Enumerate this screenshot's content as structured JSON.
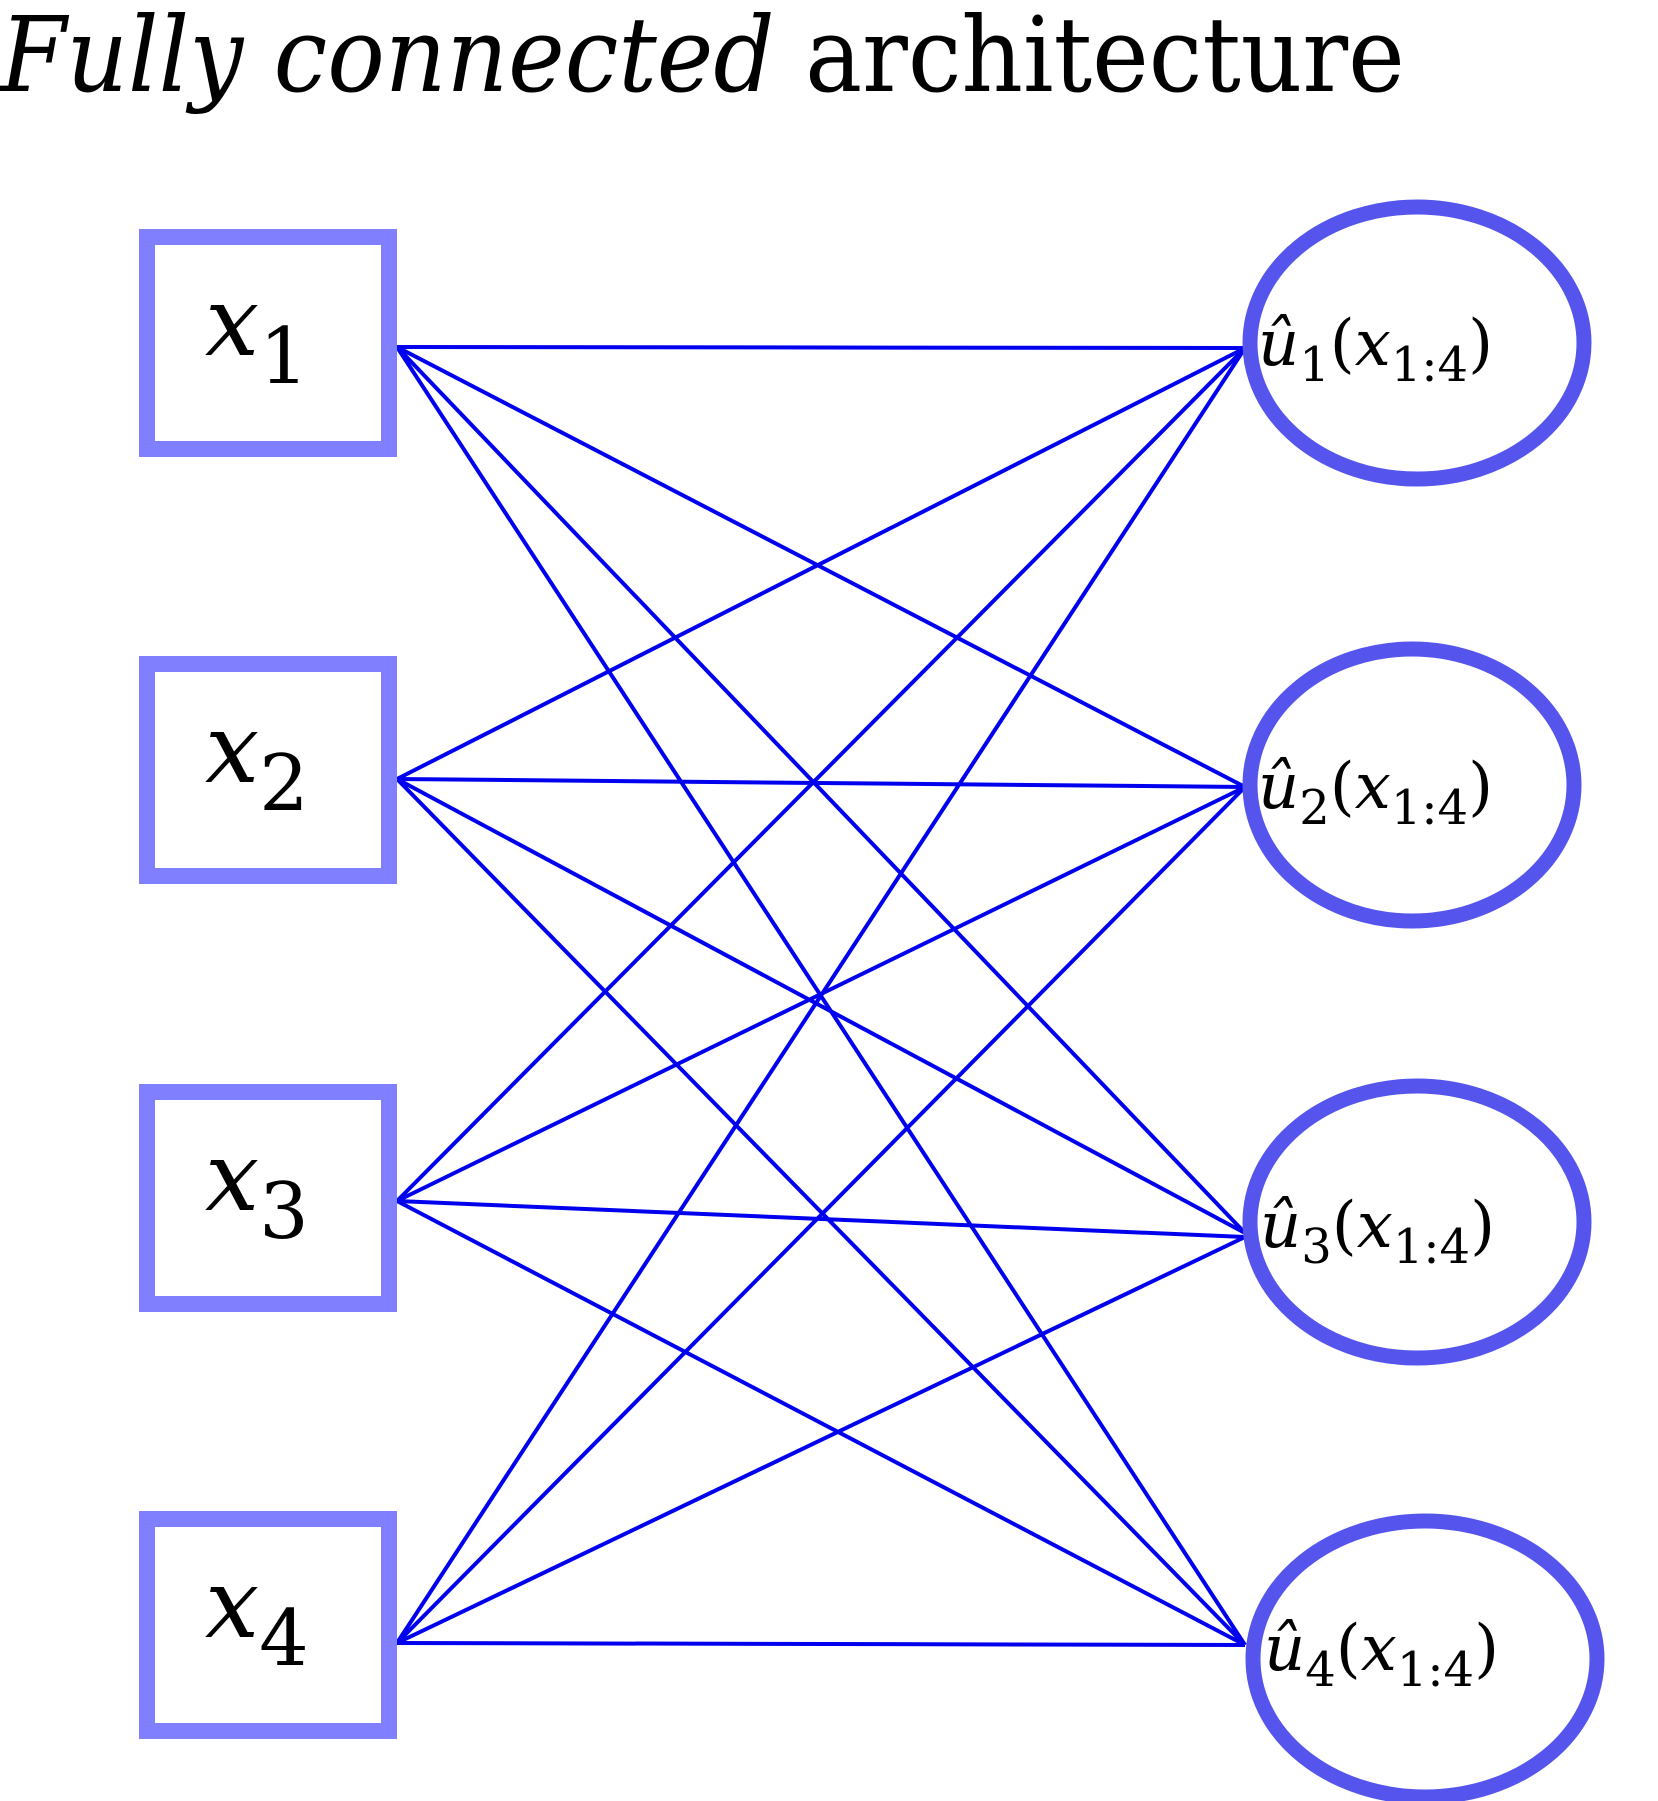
{
  "title": {
    "italic_part": "Fully connected",
    "roman_part": " architecture"
  },
  "colors": {
    "input_box_stroke": "#8080ff",
    "output_ellipse_stroke": "#5555ee",
    "edge": "#0000ee",
    "text": "#000000",
    "background": "#ffffff"
  },
  "inputs": [
    {
      "var": "x",
      "sub": "1"
    },
    {
      "var": "x",
      "sub": "2"
    },
    {
      "var": "x",
      "sub": "3"
    },
    {
      "var": "x",
      "sub": "4"
    }
  ],
  "outputs": [
    {
      "var": "û",
      "sub": "1",
      "arg_open": "(",
      "arg_var": "x",
      "arg_sub": "1:4",
      "arg_close": ")"
    },
    {
      "var": "û",
      "sub": "2",
      "arg_open": "(",
      "arg_var": "x",
      "arg_sub": "1:4",
      "arg_close": ")"
    },
    {
      "var": "û",
      "sub": "3",
      "arg_open": "(",
      "arg_var": "x",
      "arg_sub": "1:4",
      "arg_close": ")"
    },
    {
      "var": "û",
      "sub": "4",
      "arg_open": "(",
      "arg_var": "x",
      "arg_sub": "1:4",
      "arg_close": ")"
    }
  ],
  "edges_description": "every input x_i connects to every output û_j (16 edges)"
}
